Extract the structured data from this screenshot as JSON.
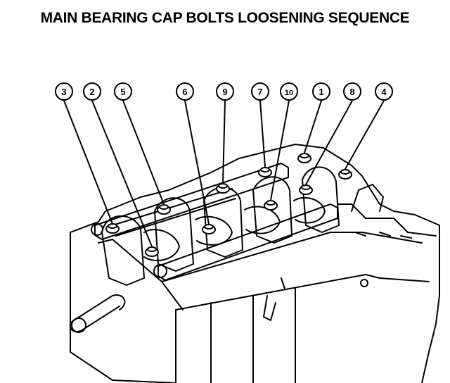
{
  "title": "MAIN BEARING CAP BOLTS LOOSENING SEQUENCE",
  "callouts": [
    {
      "label": "3",
      "bolt": "bolt-3"
    },
    {
      "label": "2",
      "bolt": "bolt-2"
    },
    {
      "label": "5",
      "bolt": "bolt-5"
    },
    {
      "label": "6",
      "bolt": "bolt-6"
    },
    {
      "label": "9",
      "bolt": "bolt-9"
    },
    {
      "label": "7",
      "bolt": "bolt-7"
    },
    {
      "label": "10",
      "bolt": "bolt-10"
    },
    {
      "label": "1",
      "bolt": "bolt-1"
    },
    {
      "label": "8",
      "bolt": "bolt-8"
    },
    {
      "label": "4",
      "bolt": "bolt-4"
    }
  ]
}
